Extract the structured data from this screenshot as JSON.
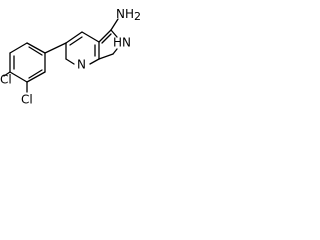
{
  "molecule": {
    "atom_labels": {
      "amine": "NH",
      "amine_subscript": "2",
      "pyrazole_nh": "HN",
      "pyridine_n": "N",
      "chlorine_top": "Cl",
      "chlorine_bottom": "Cl"
    }
  },
  "colors": {
    "bond": "#000000",
    "label": "#000000",
    "background": "#ffffff"
  }
}
